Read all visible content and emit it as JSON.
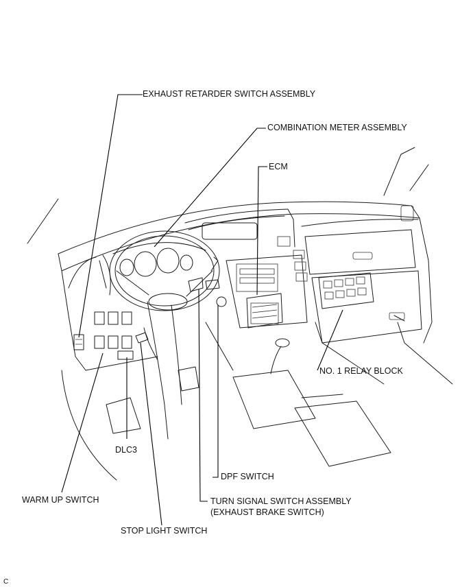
{
  "labels": {
    "exhaust_retarder": "EXHAUST RETARDER SWITCH ASSEMBLY",
    "combination_meter": "COMBINATION METER ASSEMBLY",
    "ecm": "ECM",
    "relay_block": "NO. 1 RELAY BLOCK",
    "dlc3": "DLC3",
    "dpf_switch": "DPF SWITCH",
    "turn_signal_line1": "TURN SIGNAL SWITCH ASSEMBLY",
    "turn_signal_line2": "(EXHAUST BRAKE SWITCH)",
    "warm_up": "WARM UP SWITCH",
    "stop_light": "STOP LIGHT SWITCH",
    "corner_code": "C"
  }
}
